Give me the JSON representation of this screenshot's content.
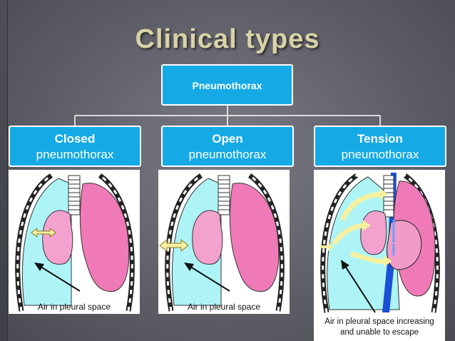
{
  "title": "Clinical types",
  "root": {
    "label": "Pneumothorax"
  },
  "types": [
    {
      "line1": "Closed",
      "line2": "pneumothorax",
      "caption": "Air in pleural space"
    },
    {
      "line1": "Open",
      "line2": "pneumothorax",
      "caption": "Air in pleural space"
    },
    {
      "line1": "Tension",
      "line2": "pneumothorax",
      "caption_line1": "Air in pleural space increasing",
      "caption_line2": "and unable to escape"
    }
  ],
  "colors": {
    "box": "#15aae6",
    "pleural_air": "#aef4f6",
    "lung": "#f07ab8",
    "lung_collapsed": "#f3a2cf",
    "arrow": "#f5f0a0",
    "vessel": "#1a4fd6"
  }
}
